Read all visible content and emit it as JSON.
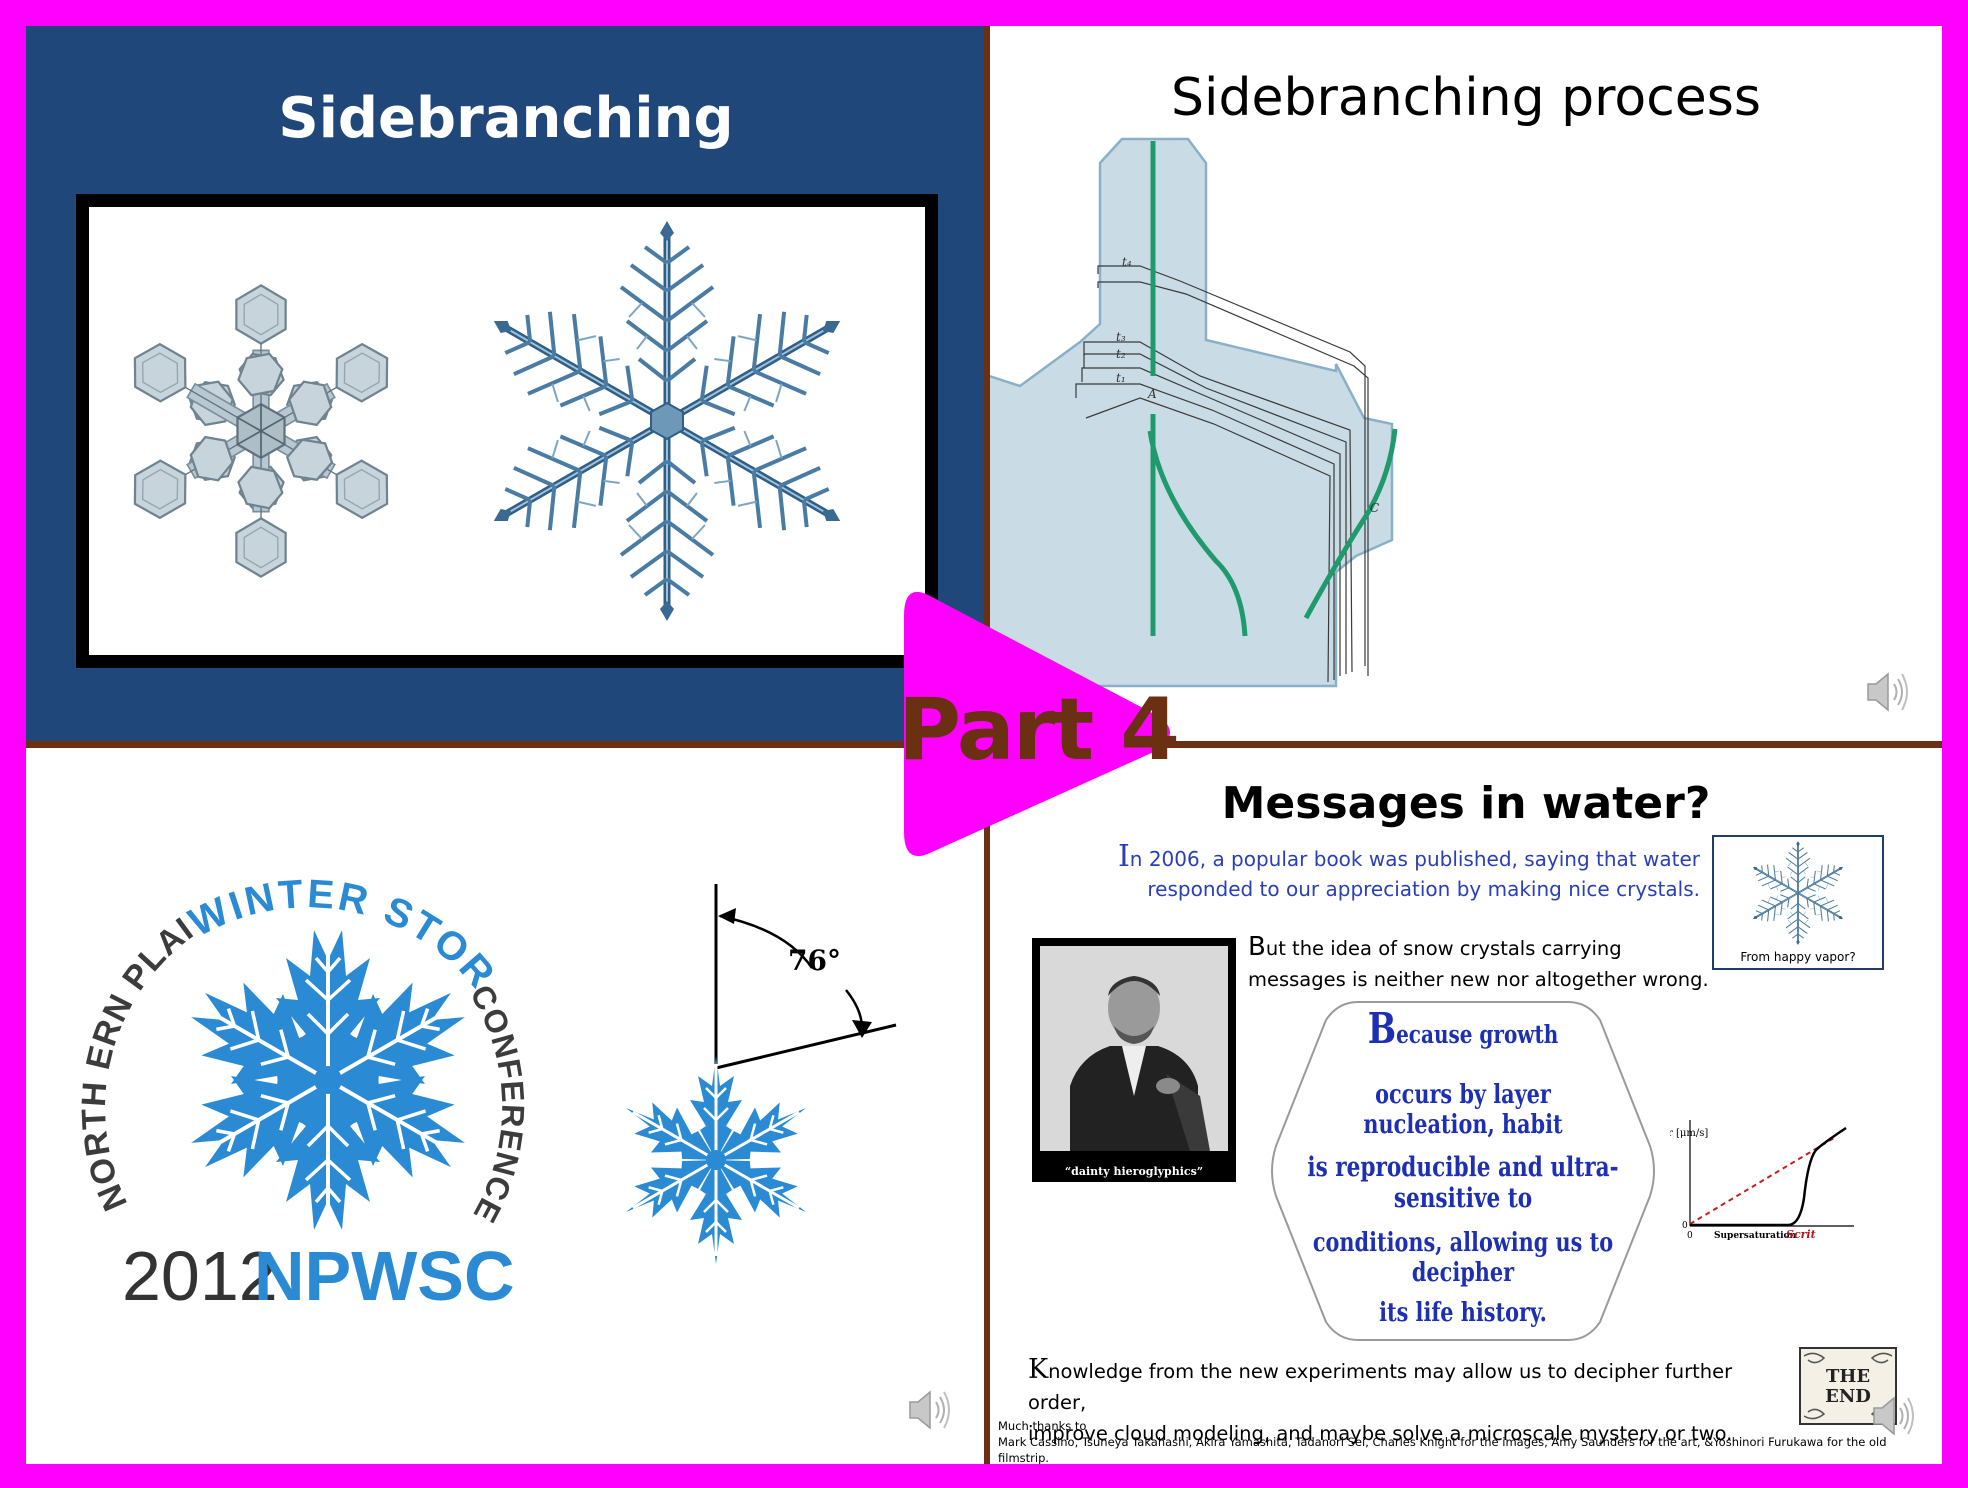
{
  "colors": {
    "frame": "#ff00ff",
    "divider": "#6b2f12",
    "q1_background": "#1f477a",
    "part_label": "#6b2f12",
    "intro_text": "#2a3fb6",
    "hex_text": "#1d2fb3",
    "logo_blue": "#2a8ad4",
    "crystal_fill": "#c9dce6",
    "crystal_edge": "#8ab0c8",
    "growth_line": "#1f9a6c"
  },
  "overlay": {
    "part_label": "Part 4",
    "play_icon": "play-triangle-icon"
  },
  "slide_sidebranching": {
    "title": "Sidebranching"
  },
  "slide_process": {
    "title": "Sidebranching process",
    "labels": {
      "t4": "t₄",
      "t3": "t₃",
      "t2": "t₂",
      "t1": "t₁",
      "A": "A",
      "C": "C"
    },
    "speaker_icon": "speaker-icon"
  },
  "slide_logo": {
    "arc_left": "NORTH ERN PLAINS",
    "arc_top": "WINTER STORM",
    "arc_right": "CONFERENCE",
    "year": "2012",
    "acronym": "NPWSC",
    "angle": "76°",
    "speaker_icon": "speaker-icon"
  },
  "slide_messages": {
    "title": "Messages in water?",
    "p1_cap": "I",
    "p1_line1": "n 2006, a popular book was published, saying that water",
    "p1_line2": "responded to our appreciation by making nice crystals.",
    "p2_cap": "B",
    "p2_line1": "ut the idea of snow crystals carrying",
    "p2_line2": "messages is neither new nor altogether wrong.",
    "happy_caption": "From happy vapor?",
    "portrait_caption": "“dainty hieroglyphics”",
    "hex_cap": "B",
    "hex_line1": "ecause growth",
    "hex_line2": "occurs by layer nucleation, habit",
    "hex_line3": "is reproducible and ultra-sensitive to",
    "hex_line4": "conditions, allowing us to decipher",
    "hex_line5": "its life history.",
    "graph_ylabel": "r [μm/s]",
    "graph_xlabel": "Supersaturation",
    "graph_origin": "0",
    "graph_origin_y": "0",
    "graph_scrit": "Scrit",
    "p3_cap": "K",
    "p3_line1": "nowledge from the new experiments may allow us to decipher further order,",
    "p3_line2": "improve cloud modeling, and maybe solve a microscale mystery or two.",
    "the_end_1": "THE",
    "the_end_2": "END",
    "thanks_line1": "Much thanks to",
    "thanks_line2": "Mark Cassino, Tsuneya Takahashi, Akira Yamashita, Tadanori Sei, Charles Knight for the images, Amy Saunders for the art, &Yoshinori Furukawa for the old filmstrip.",
    "speaker_icon": "speaker-icon"
  }
}
